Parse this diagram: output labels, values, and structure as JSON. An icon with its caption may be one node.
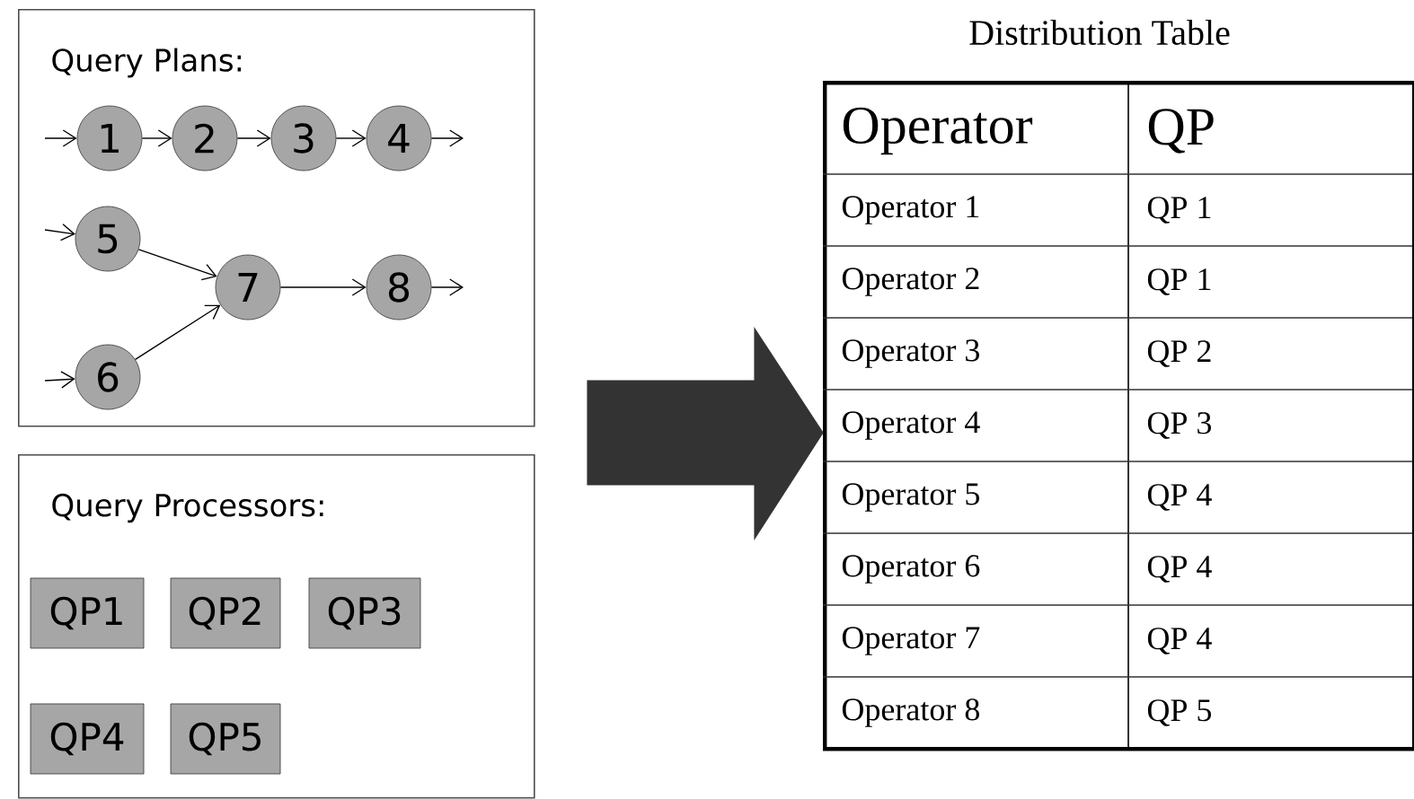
{
  "diagram": {
    "nodes": [
      {
        "text": [
          "Query Plans:"
        ]
      },
      {
        "text": [
          "1"
        ],
        "in": 0
      },
      {
        "text": [
          "2"
        ],
        "in": 0
      },
      {
        "text": [
          "3"
        ],
        "in": 0
      },
      {
        "text": [
          "4"
        ],
        "in": 0
      },
      {
        "text": [
          "5"
        ],
        "in": 0
      },
      {
        "text": [
          "6"
        ],
        "in": 0
      },
      {
        "text": [
          "7"
        ],
        "in": 0
      },
      {
        "text": [
          "8"
        ],
        "in": 0
      },
      {
        "text": [
          "Query Processors:"
        ]
      },
      {
        "text": [
          "QP1"
        ],
        "in": 9
      },
      {
        "text": [
          "QP2"
        ],
        "in": 9
      },
      {
        "text": [
          "QP3"
        ],
        "in": 9
      },
      {
        "text": [
          "QP4"
        ],
        "in": 9
      },
      {
        "text": [
          "QP5"
        ],
        "in": 9
      },
      {
        "text": [
          "Distribution Table"
        ]
      }
    ],
    "edges": [
      {
        "from": null,
        "to": 1,
        "arrow": "to"
      },
      {
        "from": 1,
        "to": 2,
        "arrow": "to"
      },
      {
        "from": 2,
        "to": 3,
        "arrow": "to"
      },
      {
        "from": 3,
        "to": 4,
        "arrow": "to"
      },
      {
        "from": 4,
        "to": null,
        "arrow": "to"
      },
      {
        "from": null,
        "to": 5,
        "arrow": "to"
      },
      {
        "from": null,
        "to": 6,
        "arrow": "to"
      },
      {
        "from": 5,
        "to": 7,
        "arrow": "to"
      },
      {
        "from": 6,
        "to": 7,
        "arrow": "to"
      },
      {
        "from": 7,
        "to": 8,
        "arrow": "to"
      },
      {
        "from": 8,
        "to": null,
        "arrow": "to"
      },
      {
        "from": null,
        "to": 15,
        "arrow": "to",
        "style": "thick",
        "color": "#333333"
      }
    ],
    "labels": [
      "Operator",
      "QP",
      "Operator 1",
      "QP 1",
      "Operator 2",
      "QP 1",
      "Operator 3",
      "QP 2",
      "Operator 4",
      "QP 3",
      "Operator 5",
      "QP 4",
      "Operator 6",
      "QP 4",
      "Operator 7",
      "QP 4",
      "Operator 8",
      "QP 5"
    ]
  }
}
